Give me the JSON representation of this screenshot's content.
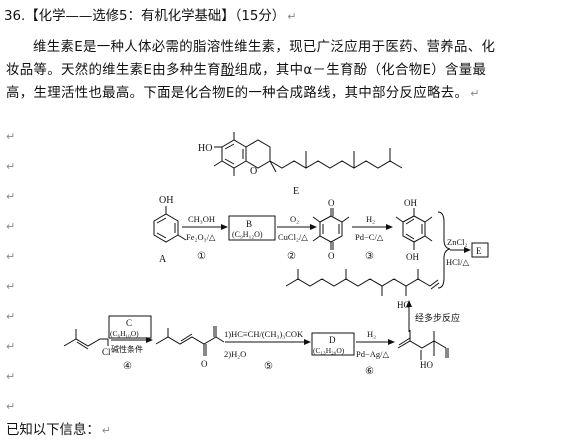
{
  "problem": {
    "header": "36.【化学——选修5：有机化学基础】（15分）",
    "paragraph_1a": "维生素E是一种人体必需的脂溶性维生素，现已广泛应用于医药、营养品、化",
    "paragraph_1b_pre": "妆品等。天然的维生素E由多种生育",
    "paragraph_1b_ul": "酚",
    "paragraph_1b_post": "组成，其中α－生育酚（化合物E）含量最",
    "paragraph_1c": "高，生理活性也最高。下面是化合物E的一种合成路线，其中部分反应略去。",
    "footer": "已知以下信息：",
    "paragraph_mark": "↵"
  },
  "scheme": {
    "compound_e": {
      "label_ho": "HO",
      "label_o": "O",
      "label_e": "E"
    },
    "row1": {
      "a_oh": "OH",
      "a_label": "A",
      "step1_reagent_top": "CH₃OH",
      "step1_reagent_bottom": "Fe₂O₃/△",
      "step1_number": "①",
      "b_box_name": "B",
      "b_box_formula": "(C₉H₁₂O)",
      "step2_reagent_top": "O₂",
      "step2_reagent_bottom": "CuCl₂/△",
      "step2_number": "②",
      "quinone_o_top": "O",
      "quinone_o_bottom": "O",
      "step3_reagent_top": "H₂",
      "step3_reagent_bottom": "Pd−C/△",
      "step3_number": "③",
      "hq_oh_top": "OH",
      "hq_oh_bottom": "OH",
      "step4_reagent_top": "ZnCl₂",
      "step4_reagent_bottom": "HCl/△",
      "e_box": "E"
    },
    "chain_ho": "HO",
    "multi_step": "经多步反应",
    "row2": {
      "cl": "Cl",
      "c_box_name": "C",
      "c_box_formula": "(C₆H₁₀O)",
      "step4_condition": "碱性条件",
      "step4_number": "④",
      "ketone_o": "O",
      "step5_reagent_top": "1)HC≡CH/(CH₃)₃COK",
      "step5_reagent_bottom": "2)H₂O",
      "step5_number": "⑤",
      "d_box_name": "D",
      "d_box_formula": "(C₁₃H₂₀O)",
      "step6_reagent_top": "H₂",
      "step6_reagent_bottom": "Pd−Ag/△",
      "step6_number": "⑥",
      "product_ho": "HO"
    }
  }
}
